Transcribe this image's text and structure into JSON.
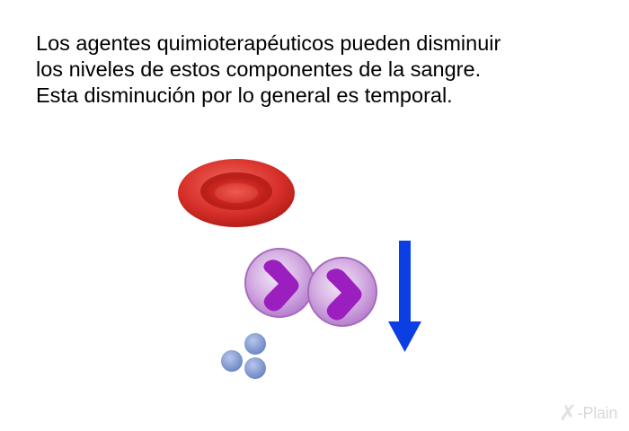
{
  "slide": {
    "text_lines": [
      "Los agentes quimioterapéuticos pueden disminuir",
      "los niveles de estos componentes de la sangre.",
      "Esta disminución por lo general es temporal."
    ]
  },
  "illustration": {
    "icons": {
      "red_blood_cell": "red-blood-cell-icon",
      "white_blood_cells": "white-blood-cell-icon",
      "platelets": "platelet-icon",
      "arrow": "down-arrow-icon"
    },
    "colors": {
      "red_cell": "#d8302a",
      "white_cell": "#c89ad8",
      "nucleus": "#9b1fbf",
      "platelet": "#7f98d2",
      "arrow": "#0b3fe3"
    }
  },
  "brand": {
    "logo_text": "X-Plain"
  }
}
